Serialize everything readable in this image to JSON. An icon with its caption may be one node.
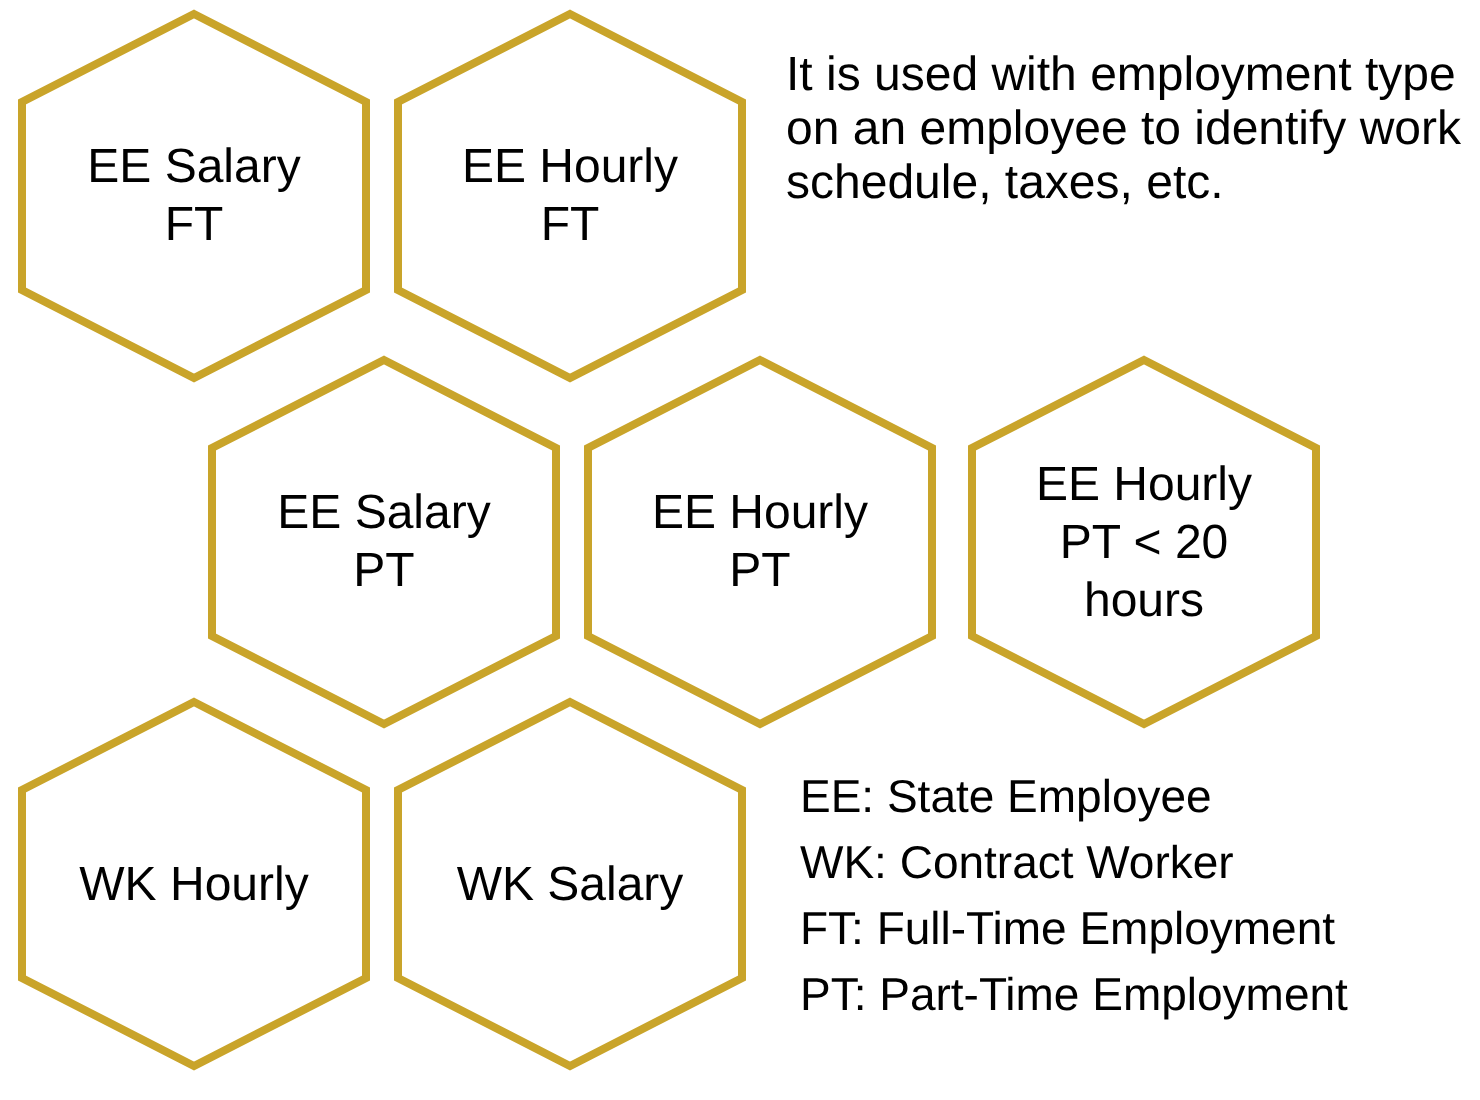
{
  "diagram": {
    "nodes": [
      {
        "text": [
          "EE Salary FT"
        ]
      },
      {
        "text": [
          "EE Hourly FT"
        ]
      },
      {
        "text": [
          "EE Salary PT"
        ]
      },
      {
        "text": [
          "EE Hourly PT"
        ]
      },
      {
        "text": [
          "EE Hourly PT < 20 hours"
        ]
      },
      {
        "text": [
          "WK Hourly"
        ]
      },
      {
        "text": [
          "WK Salary"
        ]
      }
    ],
    "edges": [],
    "labels": [
      "It is used with employment type on an employee to identify work schedule, taxes, etc.",
      "EE: State Employee",
      "WK: Contract Worker",
      "FT: Full-Time Employment",
      "PT: Part-Time Employment"
    ]
  }
}
